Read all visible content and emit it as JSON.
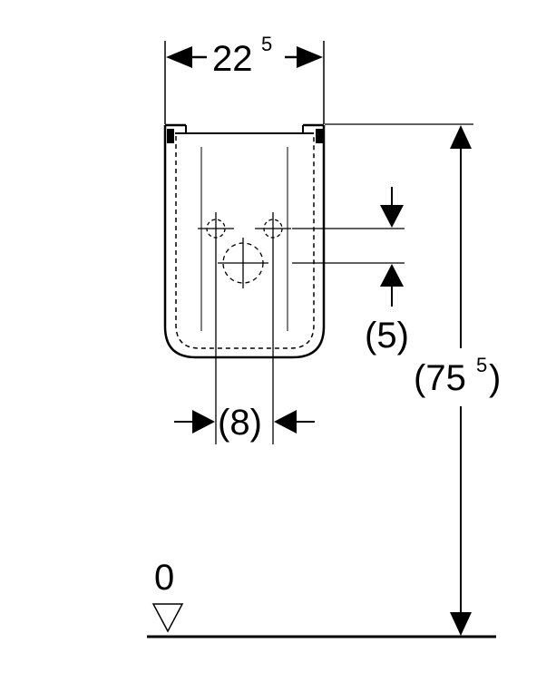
{
  "dimensions": {
    "width_main": "22",
    "width_sup": "5",
    "height_open": "(75",
    "height_sup": "5",
    "height_close": ")",
    "pipe_offset": "(5)",
    "pipe_spacing": "(8)",
    "floor_level": "0"
  },
  "colors": {
    "line": "#000000",
    "background": "#ffffff"
  }
}
